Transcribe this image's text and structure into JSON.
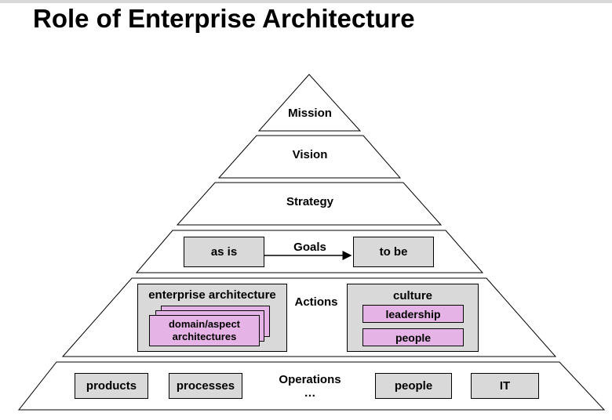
{
  "title": "Role of Enterprise Architecture",
  "pyramid": {
    "mission": "Mission",
    "vision": "Vision",
    "strategy": "Strategy",
    "goals": {
      "label": "Goals",
      "from": "as is",
      "to": "to be"
    },
    "actions": {
      "label": "Actions",
      "ea": {
        "title": "enterprise architecture",
        "stack_label": "domain/aspect architectures"
      },
      "culture": {
        "title": "culture",
        "items": [
          "leadership",
          "people"
        ]
      }
    },
    "operations": {
      "label": "Operations",
      "ellipsis": "…",
      "items": [
        "products",
        "processes",
        "people",
        "IT"
      ]
    }
  }
}
